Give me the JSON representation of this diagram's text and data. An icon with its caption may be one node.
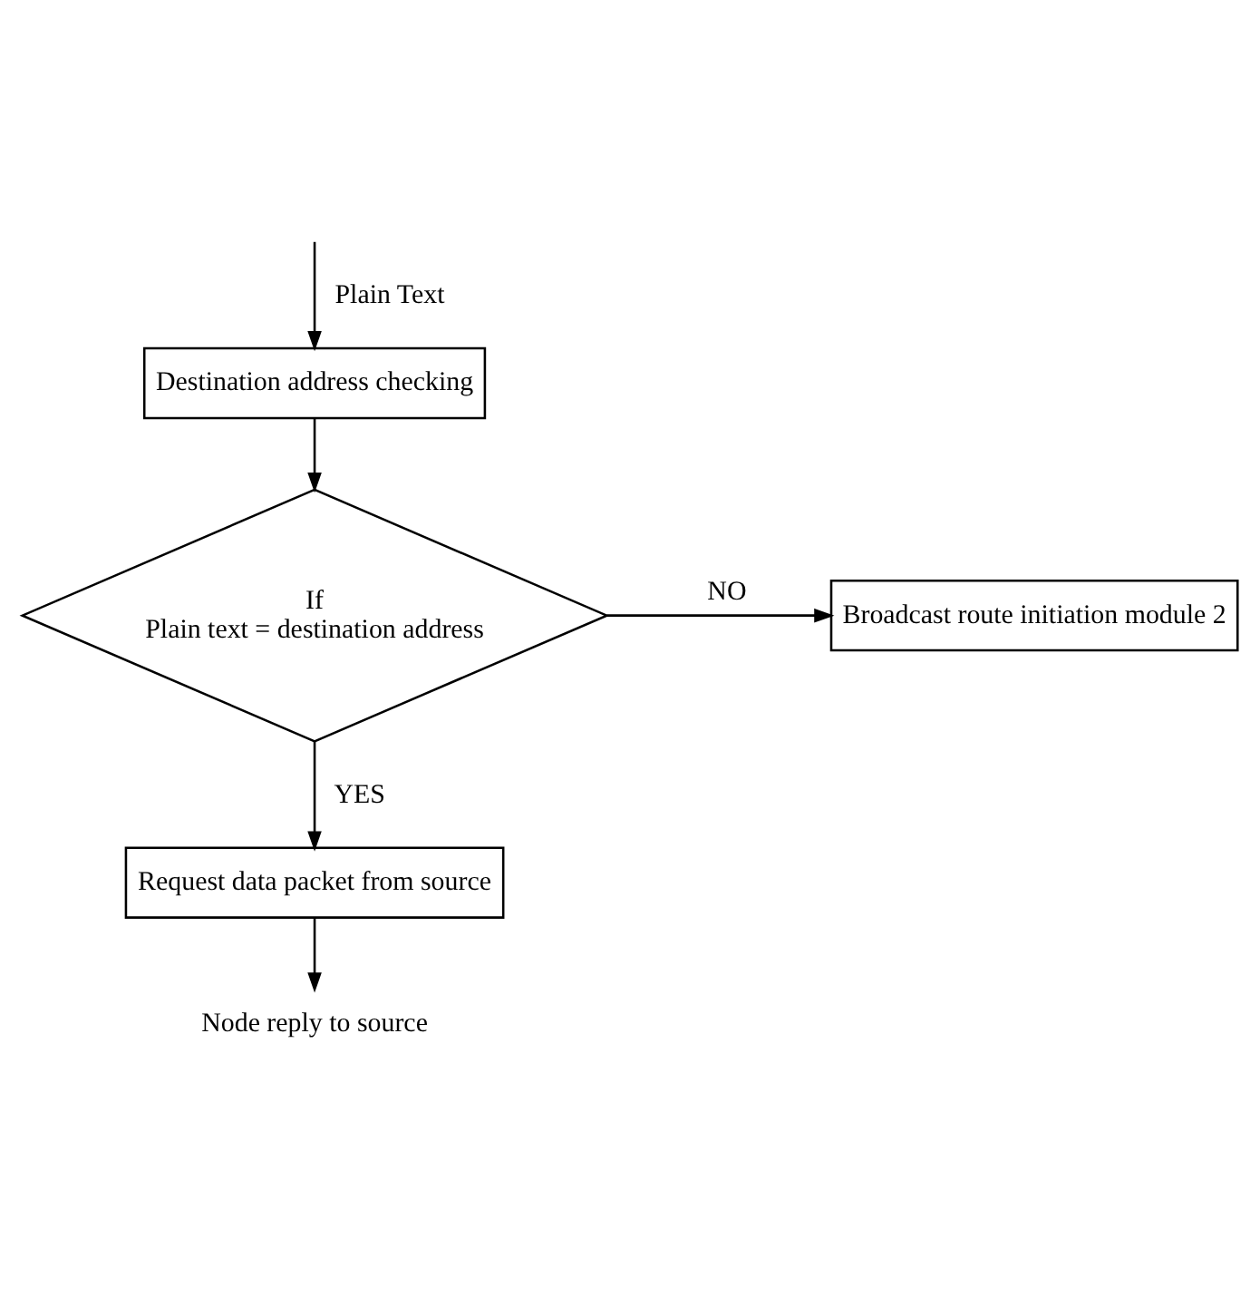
{
  "diagram": {
    "nodes": [
      {
        "text": [
          "Destination address checking"
        ]
      },
      {
        "text": [
          "If",
          "Plain text = destination address"
        ]
      },
      {
        "text": [
          "Broadcast route initiation module 2"
        ]
      },
      {
        "text": [
          "Request data packet from source"
        ]
      },
      {
        "text": [
          "Node reply to source"
        ]
      }
    ],
    "edges": [
      {
        "from": null,
        "to": 0,
        "arrow": "to",
        "label": "Plain Text"
      },
      {
        "from": 0,
        "to": 1,
        "arrow": "to"
      },
      {
        "from": 1,
        "to": 2,
        "arrow": "to",
        "label": "NO"
      },
      {
        "from": 1,
        "to": 3,
        "arrow": "to",
        "label": "YES"
      },
      {
        "from": 3,
        "to": 4,
        "arrow": "to"
      }
    ]
  }
}
